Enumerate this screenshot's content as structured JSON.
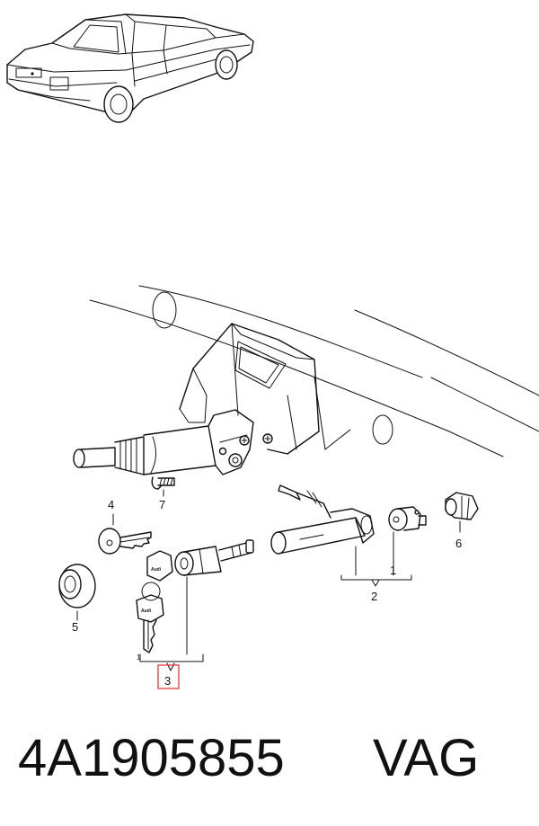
{
  "callouts": {
    "c1a": "1",
    "c1b": "1",
    "c2": "2",
    "c3": "3",
    "c4": "4",
    "c5": "5",
    "c6": "6",
    "c7": "7"
  },
  "key_brand": "Audi",
  "footer": {
    "part_number": "4A1905855",
    "brand": "VAG"
  },
  "colors": {
    "line": "#111111",
    "highlight": "#e23b3b",
    "background": "#ffffff"
  }
}
